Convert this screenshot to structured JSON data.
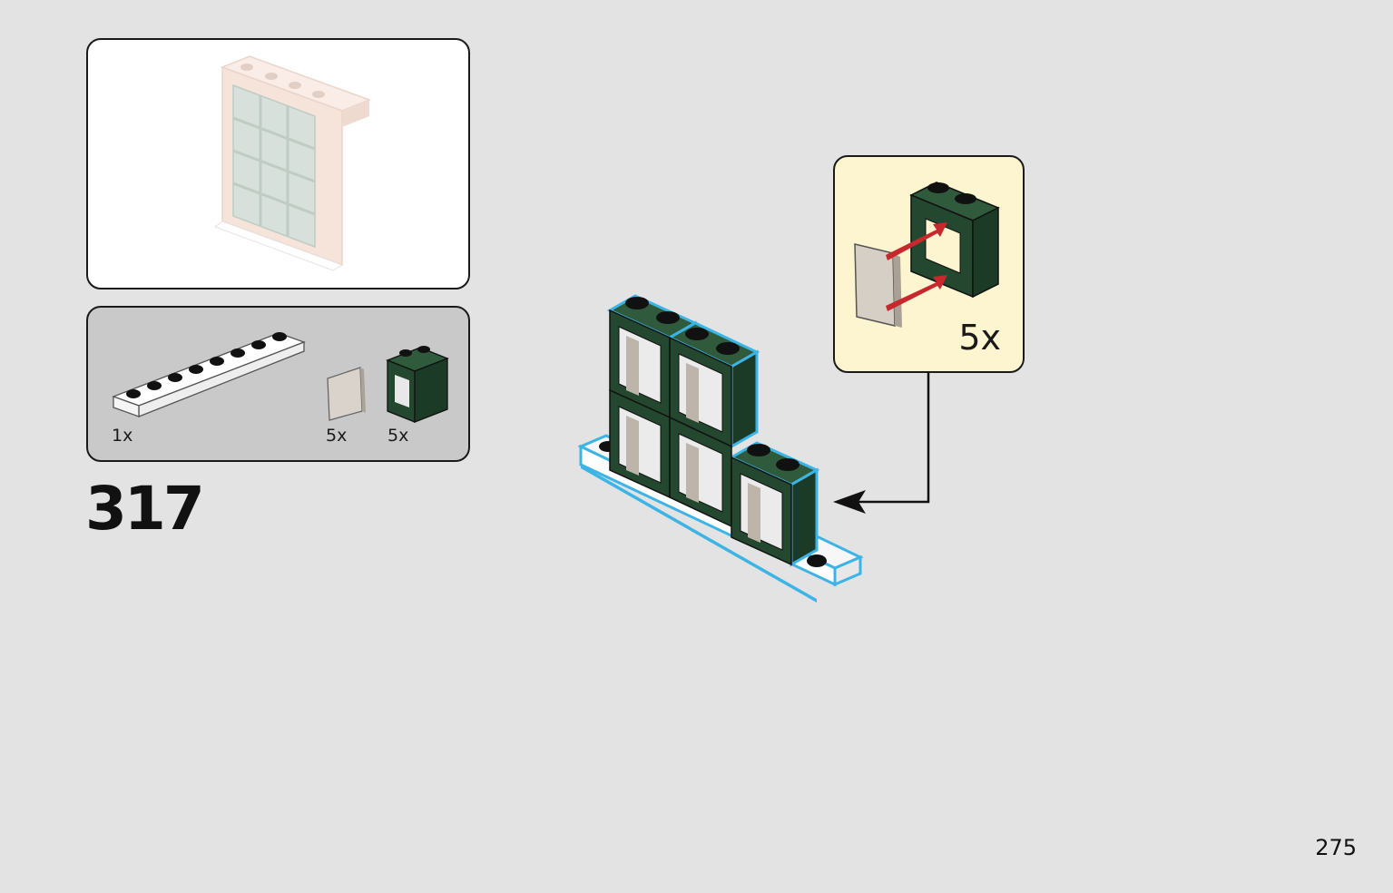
{
  "step": {
    "number": "317"
  },
  "page": {
    "number": "275"
  },
  "parts_list": {
    "items": [
      {
        "part": "white-rail-plate-icon",
        "quantity": "1x"
      },
      {
        "part": "trans-clear-window-pane-icon",
        "quantity": "5x"
      },
      {
        "part": "dark-green-window-frame-icon",
        "quantity": "5x"
      }
    ]
  },
  "callout": {
    "quantity": "5x"
  },
  "colors": {
    "background": "#e3e3e3",
    "dark_green": "#23472f",
    "highlight_blue": "#3cb4e6",
    "arrow_red": "#c8282d",
    "callout_bg": "#fdf5cf",
    "faded_tan": "#f0d2c3"
  }
}
